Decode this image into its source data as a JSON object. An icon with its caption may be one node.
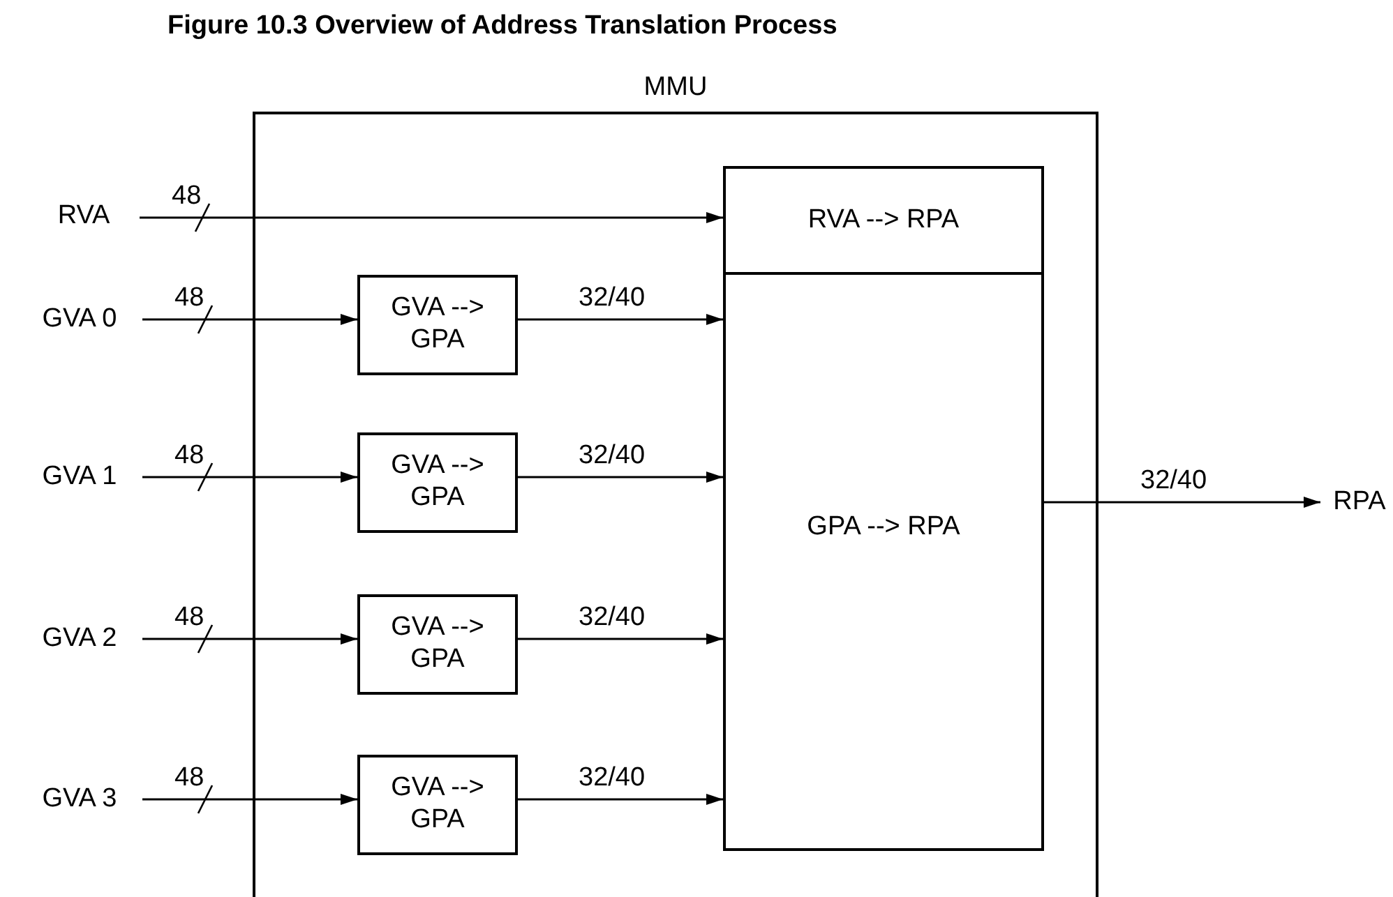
{
  "diagram": {
    "title": "Figure 10.3  Overview of Address Translation Process",
    "nodes": [
      {
        "text": [
          "MMU"
        ]
      },
      {
        "text": [
          "RVA"
        ]
      },
      {
        "text": [
          "GVA 0"
        ]
      },
      {
        "text": [
          "GVA 1"
        ]
      },
      {
        "text": [
          "GVA 2"
        ]
      },
      {
        "text": [
          "GVA 3"
        ]
      },
      {
        "text": [
          "RVA --> RPA"
        ],
        "in": 0
      },
      {
        "text": [
          "GPA --> RPA"
        ],
        "in": 0
      },
      {
        "text": [
          "GVA --> GPA"
        ],
        "in": 0
      },
      {
        "text": [
          "GVA --> GPA"
        ],
        "in": 0
      },
      {
        "text": [
          "GVA --> GPA"
        ],
        "in": 0
      },
      {
        "text": [
          "GVA --> GPA"
        ],
        "in": 0
      },
      {
        "text": [
          "RPA"
        ]
      }
    ],
    "edges": [
      {
        "from": 1,
        "to": 6,
        "arrow": "to",
        "label": "48"
      },
      {
        "from": 2,
        "to": 8,
        "arrow": "to",
        "label": "48"
      },
      {
        "from": 3,
        "to": 9,
        "arrow": "to",
        "label": "48"
      },
      {
        "from": 4,
        "to": 10,
        "arrow": "to",
        "label": "48"
      },
      {
        "from": 5,
        "to": 11,
        "arrow": "to",
        "label": "48"
      },
      {
        "from": 8,
        "to": 7,
        "arrow": "to",
        "label": "32/40"
      },
      {
        "from": 9,
        "to": 7,
        "arrow": "to",
        "label": "32/40"
      },
      {
        "from": 10,
        "to": 7,
        "arrow": "to",
        "label": "32/40"
      },
      {
        "from": 11,
        "to": 7,
        "arrow": "to",
        "label": "32/40"
      },
      {
        "from": 7,
        "to": 12,
        "arrow": "to",
        "label": "32/40"
      }
    ]
  }
}
